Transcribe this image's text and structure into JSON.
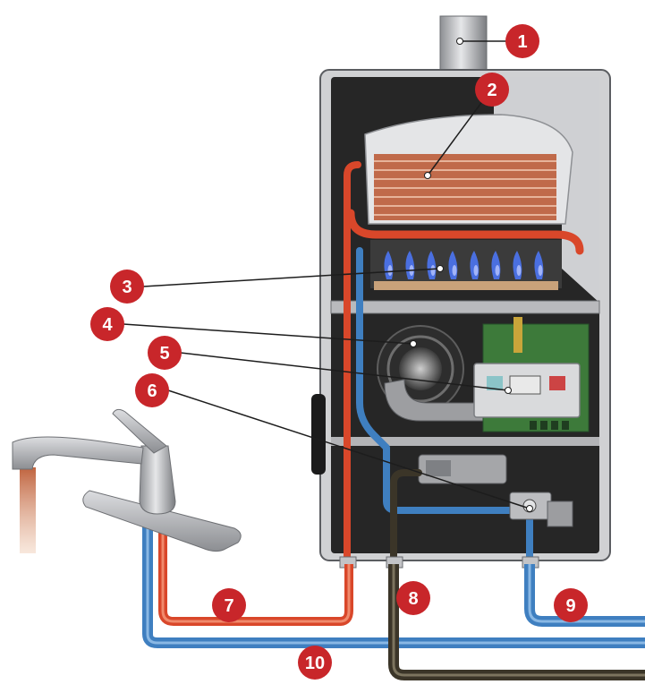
{
  "callouts": [
    {
      "id": "1",
      "label": "1",
      "target": "exhaust-vent"
    },
    {
      "id": "2",
      "label": "2",
      "target": "heat-exchanger"
    },
    {
      "id": "3",
      "label": "3",
      "target": "burner"
    },
    {
      "id": "4",
      "label": "4",
      "target": "fan"
    },
    {
      "id": "5",
      "label": "5",
      "target": "control-board"
    },
    {
      "id": "6",
      "label": "6",
      "target": "flow-sensor"
    },
    {
      "id": "7",
      "label": "7",
      "target": "hot-water-outlet"
    },
    {
      "id": "8",
      "label": "8",
      "target": "gas-supply"
    },
    {
      "id": "9",
      "label": "9",
      "target": "cold-water-inlet"
    },
    {
      "id": "10",
      "label": "10",
      "target": "cold-water-line"
    }
  ],
  "colors": {
    "callout": "#c8262a",
    "hot_pipe": "#d9472a",
    "cold_pipe": "#3f7fc0",
    "gas_pipe": "#3b3528",
    "cabinet": "#2b2b2b",
    "flame": "#4a6fe0"
  }
}
